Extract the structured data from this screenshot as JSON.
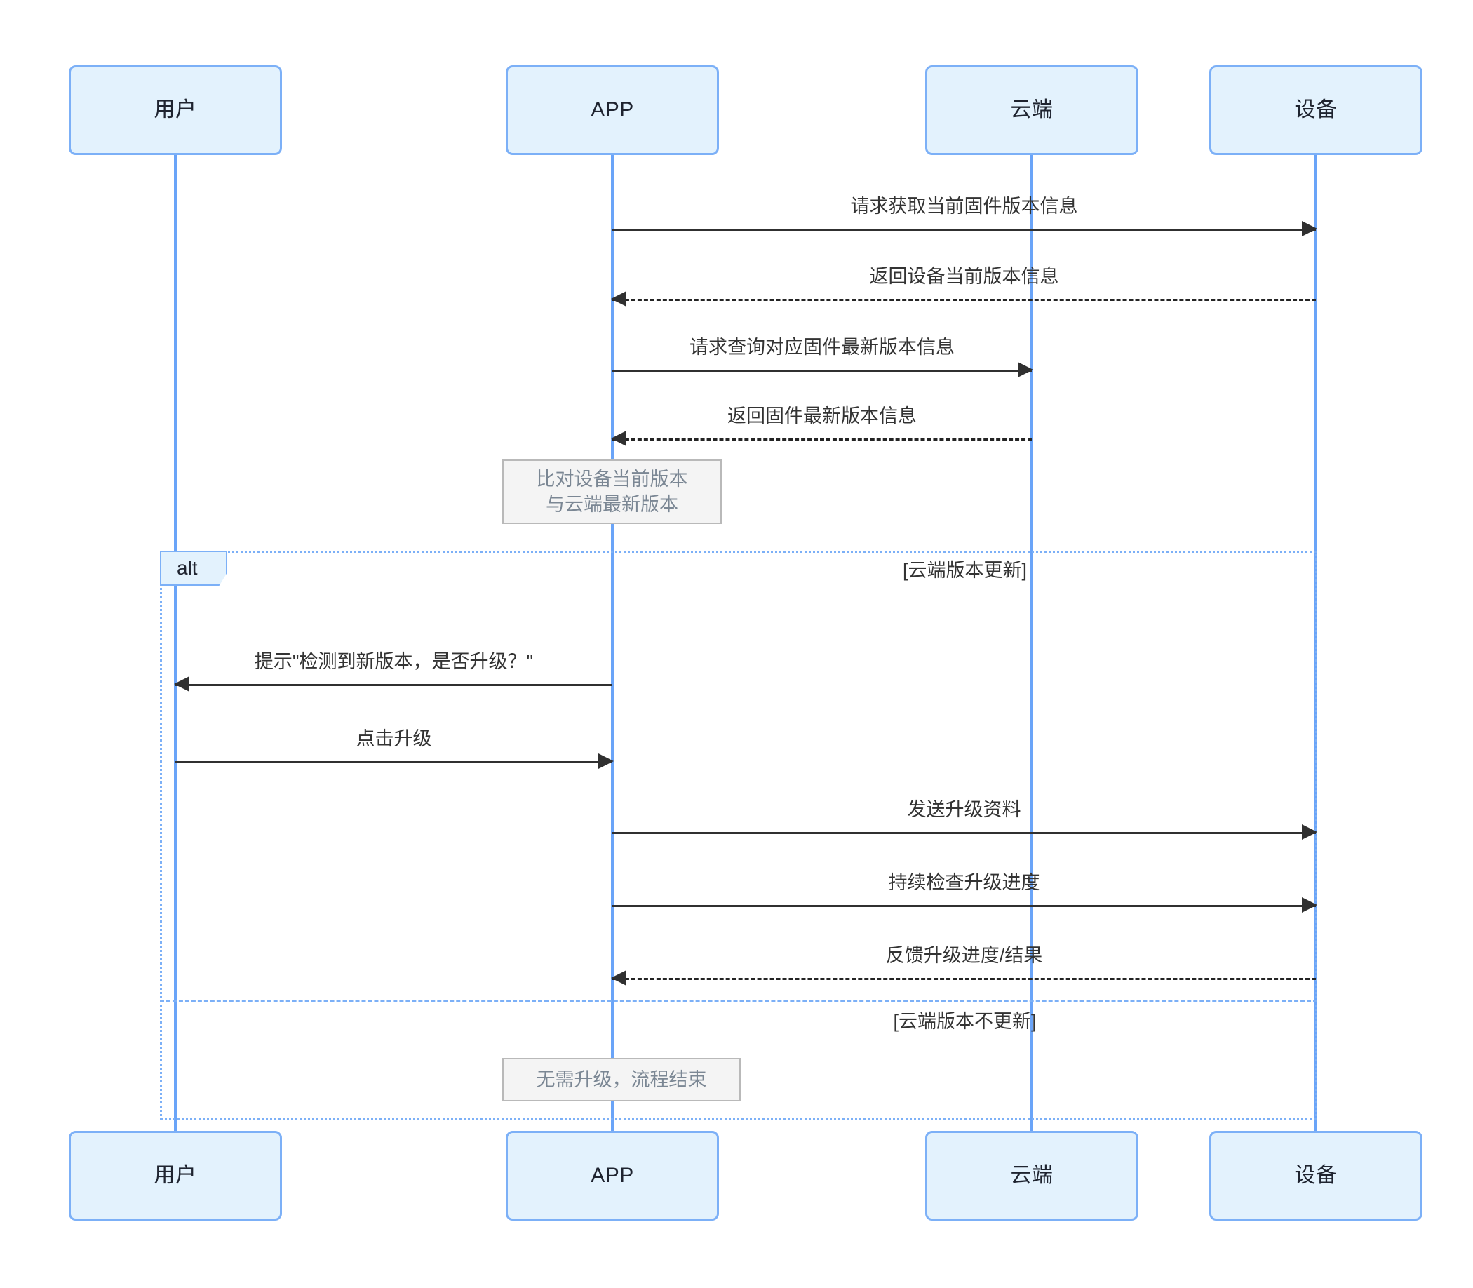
{
  "diagram": {
    "type": "sequence-diagram",
    "colors": {
      "actor_fill": "#e3f2fd",
      "actor_stroke": "#7cb0f7",
      "lifeline": "#6aa4f8",
      "message_line": "#303030",
      "note_fill": "#f4f4f4",
      "note_stroke": "#b9b9b9",
      "note_text": "#7b8794",
      "fragment_stroke": "#7cb0f7",
      "background": "#ffffff"
    },
    "participants": [
      {
        "id": "user",
        "label": "用户"
      },
      {
        "id": "app",
        "label": "APP"
      },
      {
        "id": "cloud",
        "label": "云端"
      },
      {
        "id": "device",
        "label": "设备"
      }
    ],
    "messages": [
      {
        "id": "m1",
        "from": "app",
        "to": "device",
        "text": "请求获取当前固件版本信息",
        "style": "solid"
      },
      {
        "id": "m2",
        "from": "device",
        "to": "app",
        "text": "返回设备当前版本信息",
        "style": "dashed"
      },
      {
        "id": "m3",
        "from": "app",
        "to": "cloud",
        "text": "请求查询对应固件最新版本信息",
        "style": "solid"
      },
      {
        "id": "m4",
        "from": "cloud",
        "to": "app",
        "text": "返回固件最新版本信息",
        "style": "dashed"
      },
      {
        "id": "m5",
        "from": "app",
        "to": "user",
        "text": "提示\"检测到新版本，是否升级？\"",
        "style": "solid"
      },
      {
        "id": "m6",
        "from": "user",
        "to": "app",
        "text": "点击升级",
        "style": "solid"
      },
      {
        "id": "m7",
        "from": "app",
        "to": "device",
        "text": "发送升级资料",
        "style": "solid"
      },
      {
        "id": "m8",
        "from": "app",
        "to": "device",
        "text": "持续检查升级进度",
        "style": "solid"
      },
      {
        "id": "m9",
        "from": "device",
        "to": "app",
        "text": "反馈升级进度/结果",
        "style": "dashed"
      }
    ],
    "notes": [
      {
        "id": "n1",
        "over": "app",
        "lines": [
          "比对设备当前版本",
          "与云端最新版本"
        ]
      },
      {
        "id": "n2",
        "over": "app",
        "lines": [
          "无需升级，流程结束"
        ]
      }
    ],
    "fragment": {
      "tag": "alt",
      "branches": [
        {
          "condition": "[云端版本更新]"
        },
        {
          "condition": "[云端版本不更新]"
        }
      ]
    }
  }
}
